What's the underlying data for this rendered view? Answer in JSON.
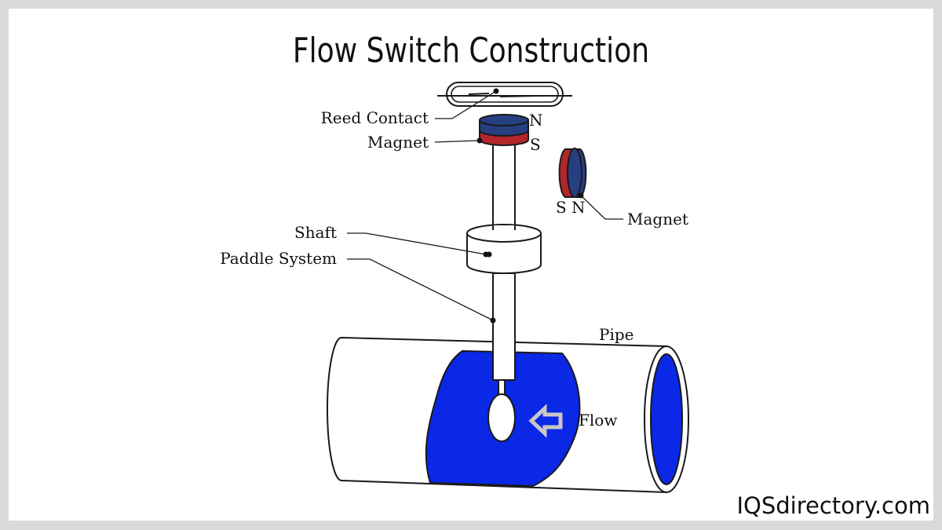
{
  "title": "Flow Switch Construction",
  "labels": {
    "reed_contact": "Reed Contact",
    "magnet_top": "Magnet",
    "magnet_side": "Magnet",
    "shaft": "Shaft",
    "paddle_system": "Paddle System",
    "pipe": "Pipe",
    "flow": "Flow"
  },
  "poles": {
    "top_north": "N",
    "top_south": "S",
    "side_south": "S",
    "side_north": "N"
  },
  "brand": "IQSdirectory.com",
  "colors": {
    "magnet_north": "#263f80",
    "magnet_south": "#b3262b",
    "water": "#0a28e6",
    "flow_arrow": "#c8c8c8",
    "outline": "#1a1a1a",
    "frame": "#d9d9d9"
  },
  "icons": {
    "flow_direction": "left-arrow-icon"
  }
}
